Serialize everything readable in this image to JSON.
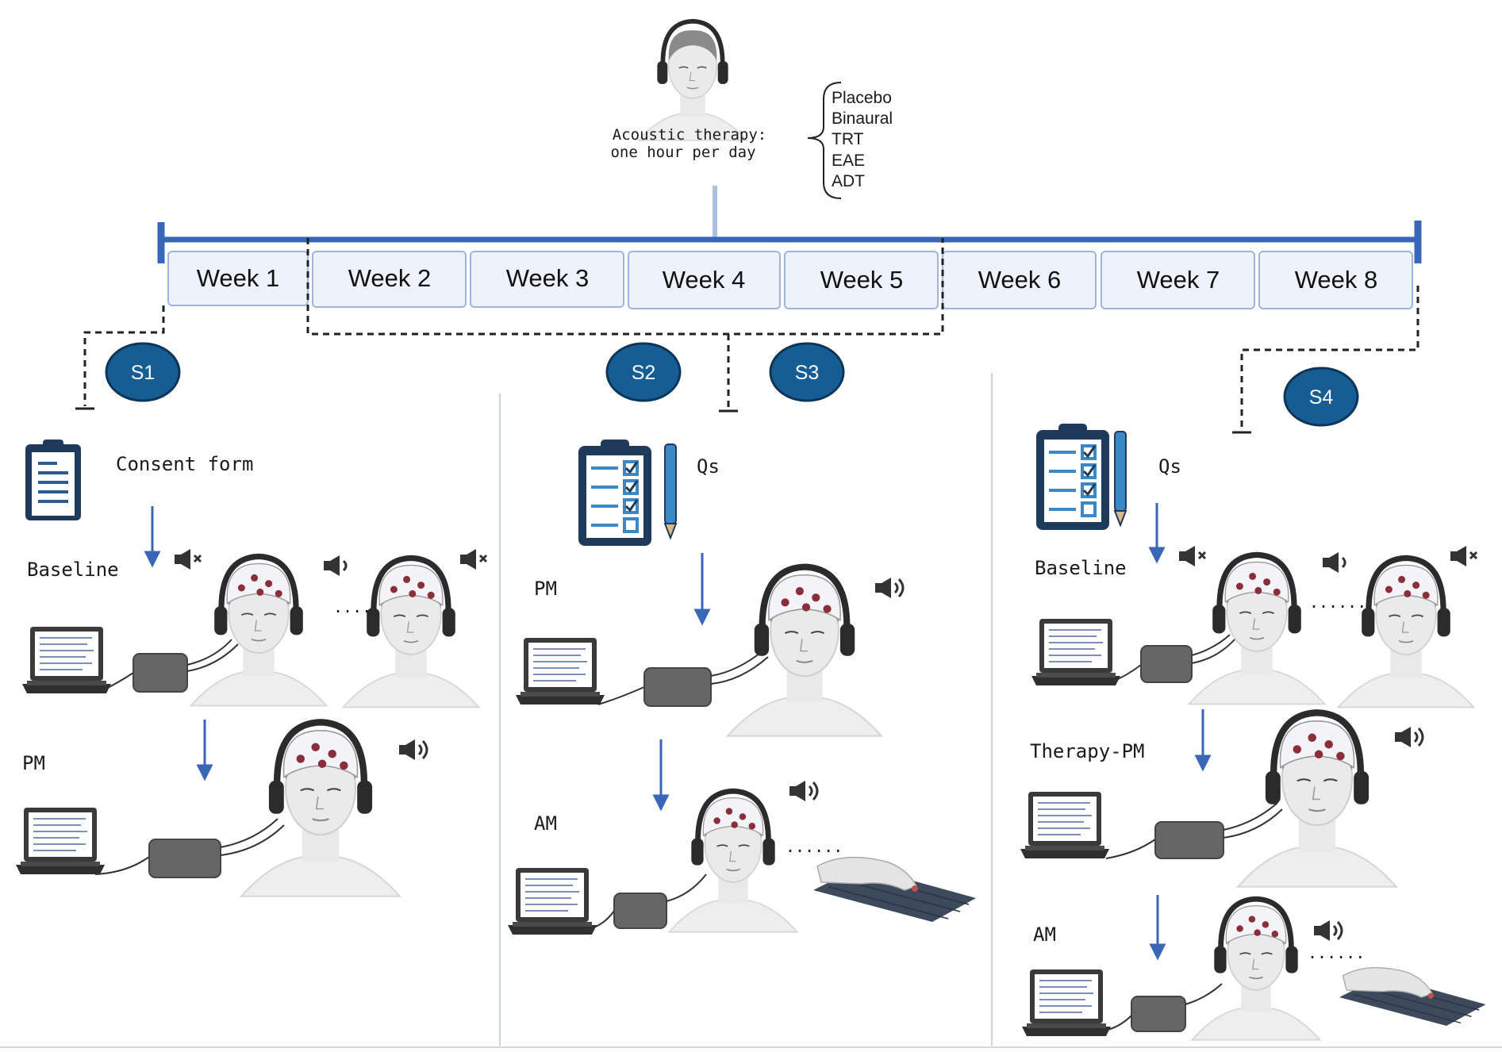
{
  "header": {
    "therapy_line1": "Acoustic therapy:",
    "therapy_line2": "one hour per day",
    "therapy_options": [
      "Placebo",
      "Binaural",
      "TRT",
      "EAE",
      "ADT"
    ]
  },
  "timeline": {
    "weeks": [
      "Week 1",
      "Week 2",
      "Week 3",
      "Week 4",
      "Week 5",
      "Week 6",
      "Week 7",
      "Week 8"
    ],
    "accent_color": "#3a66b8",
    "week_box_fill": "#edf2fb",
    "week_box_stroke": "#9fb4dd"
  },
  "sessions": {
    "labels": [
      "S1",
      "S2",
      "S3",
      "S4"
    ],
    "badge_color": "#165d93"
  },
  "panels": {
    "left": {
      "consent_label": "Consent form",
      "baseline_label": "Baseline",
      "pm_label": "PM",
      "baseline_dots": "......"
    },
    "middle": {
      "qs_label": "Qs",
      "pm_label": "PM",
      "am_label": "AM",
      "am_dots": "......"
    },
    "right": {
      "qs_label": "Qs",
      "baseline_label": "Baseline",
      "therapy_pm_label": "Therapy-PM",
      "am_label": "AM",
      "baseline_dots": "......",
      "am_dots": "......"
    }
  },
  "icons": {
    "clipboard": "clipboard-icon",
    "checklist": "checklist-clipboard-icon",
    "pencil": "pencil-icon",
    "speaker_muted": "speaker-muted-icon",
    "speaker_low": "speaker-low-icon",
    "speaker_on": "speaker-on-icon",
    "laptop": "laptop-icon",
    "eeg_amplifier": "eeg-amplifier-icon",
    "participant": "participant-with-headphones",
    "keyboard_hand": "hand-on-keyboard-icon"
  }
}
